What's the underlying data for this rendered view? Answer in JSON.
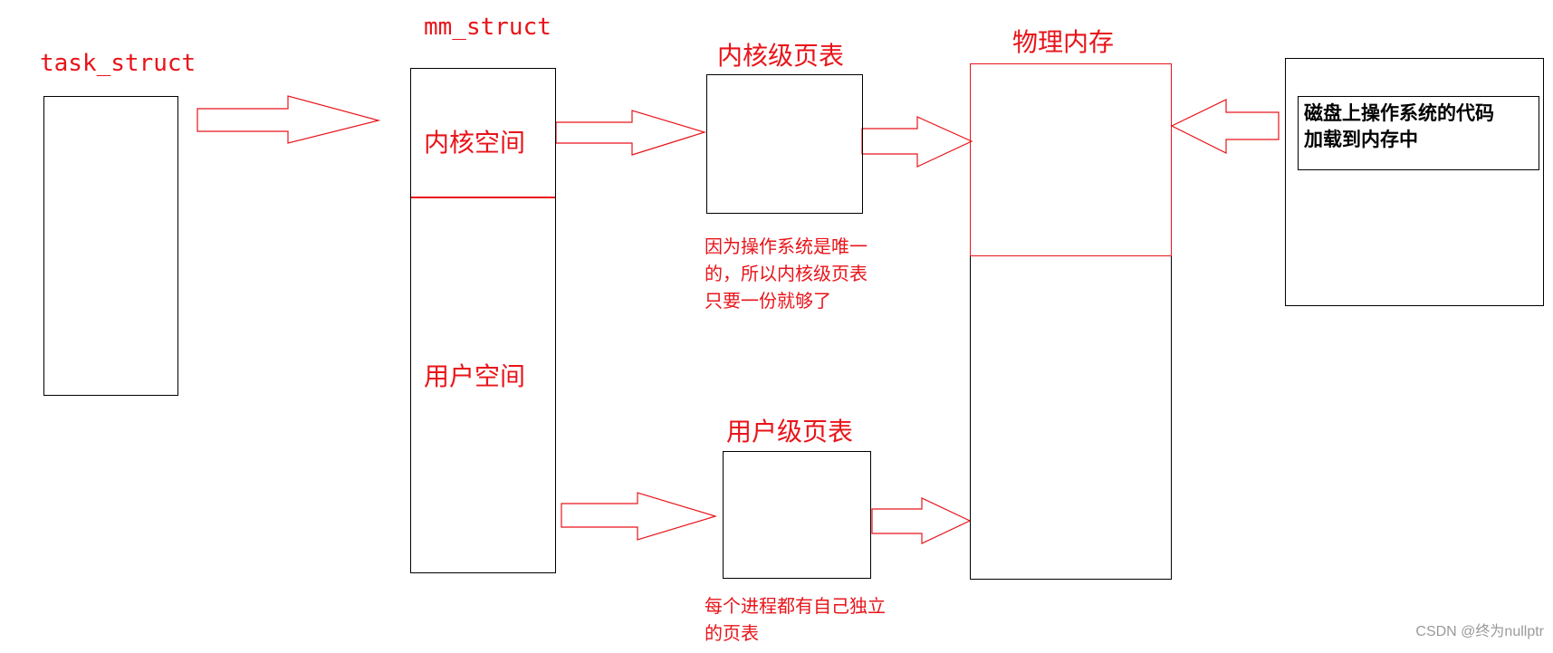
{
  "colors": {
    "accent": "#e8141a",
    "border": "#000000",
    "background": "#ffffff"
  },
  "labels": {
    "task_struct": "task_struct",
    "mm_struct": "mm_struct",
    "kernel_space": "内核空间",
    "user_space": "用户空间",
    "kernel_page_table": "内核级页表",
    "user_page_table": "用户级页表",
    "physical_memory": "物理内存",
    "kernel_note": "因为操作系统是唯一\n的，所以内核级页表\n只要一份就够了",
    "user_note": "每个进程都有自己独立\n的页表",
    "disk_text": "磁盘上操作系统的代码\n加载到内存中"
  },
  "watermark": "CSDN @终为nullptr"
}
